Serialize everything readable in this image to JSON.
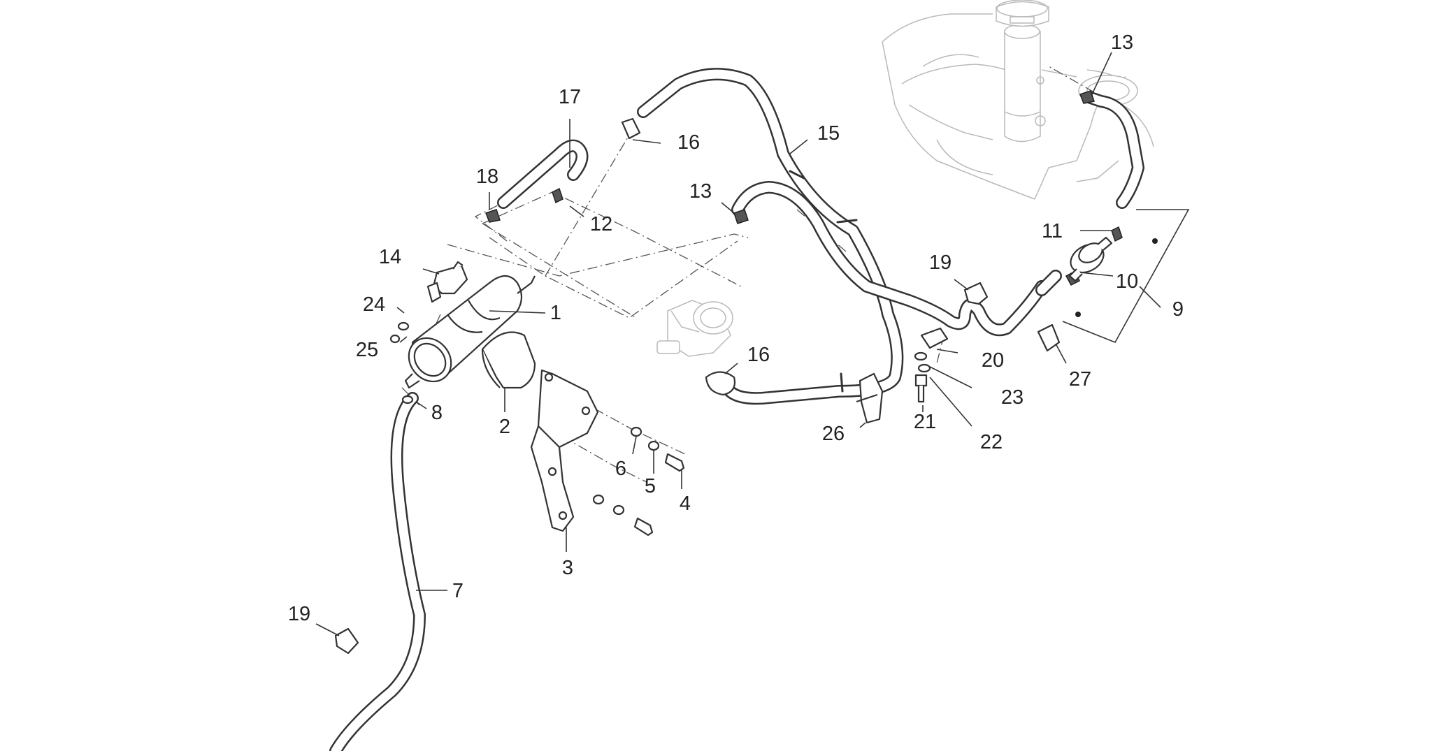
{
  "diagram": {
    "callouts": [
      {
        "id": "c1",
        "text": "1"
      },
      {
        "id": "c2",
        "text": "2"
      },
      {
        "id": "c3",
        "text": "3"
      },
      {
        "id": "c4",
        "text": "4"
      },
      {
        "id": "c5",
        "text": "5"
      },
      {
        "id": "c6",
        "text": "6"
      },
      {
        "id": "c7",
        "text": "7"
      },
      {
        "id": "c8",
        "text": "8"
      },
      {
        "id": "c9",
        "text": "9"
      },
      {
        "id": "c10",
        "text": "10"
      },
      {
        "id": "c11",
        "text": "11"
      },
      {
        "id": "c12",
        "text": "12"
      },
      {
        "id": "c13a",
        "text": "13"
      },
      {
        "id": "c13b",
        "text": "13"
      },
      {
        "id": "c14",
        "text": "14"
      },
      {
        "id": "c15",
        "text": "15"
      },
      {
        "id": "c16a",
        "text": "16"
      },
      {
        "id": "c16b",
        "text": "16"
      },
      {
        "id": "c17",
        "text": "17"
      },
      {
        "id": "c18",
        "text": "18"
      },
      {
        "id": "c19a",
        "text": "19"
      },
      {
        "id": "c19b",
        "text": "19"
      },
      {
        "id": "c20",
        "text": "20"
      },
      {
        "id": "c21",
        "text": "21"
      },
      {
        "id": "c22",
        "text": "22"
      },
      {
        "id": "c23",
        "text": "23"
      },
      {
        "id": "c24",
        "text": "24"
      },
      {
        "id": "c25",
        "text": "25"
      },
      {
        "id": "c26",
        "text": "26"
      },
      {
        "id": "c27",
        "text": "27"
      }
    ]
  }
}
